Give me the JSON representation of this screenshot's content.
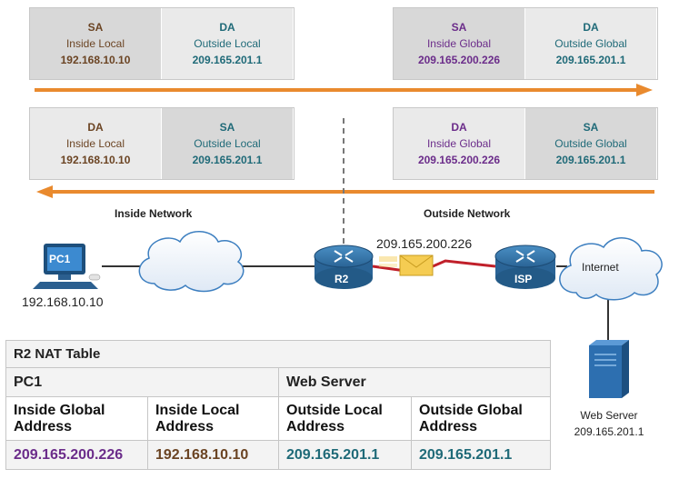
{
  "top_row": {
    "left": {
      "sa": {
        "header": "SA",
        "role": "Inside Local",
        "addr": "192.168.10.10"
      },
      "da": {
        "header": "DA",
        "role": "Outside Local",
        "addr": "209.165.201.1"
      }
    },
    "right": {
      "sa": {
        "header": "SA",
        "role": "Inside Global",
        "addr": "209.165.200.226"
      },
      "da": {
        "header": "DA",
        "role": "Outside Global",
        "addr": "209.165.201.1"
      }
    }
  },
  "bottom_row": {
    "left": {
      "da": {
        "header": "DA",
        "role": "Inside Local",
        "addr": "192.168.10.10"
      },
      "sa": {
        "header": "SA",
        "role": "Outside Local",
        "addr": "209.165.201.1"
      }
    },
    "right": {
      "da": {
        "header": "DA",
        "role": "Inside Global",
        "addr": "209.165.200.226"
      },
      "sa": {
        "header": "SA",
        "role": "Outside Global",
        "addr": "209.165.201.1"
      }
    }
  },
  "network": {
    "inside_label": "Inside Network",
    "outside_label": "Outside Network",
    "pc_label": "PC1",
    "pc_ip": "192.168.10.10",
    "router_label": "R2",
    "router_ip": "209.165.200.226",
    "isp_label": "ISP",
    "internet_label": "Internet",
    "server_name": "Web Server",
    "server_ip": "209.165.201.1",
    "icons": [
      "pc-icon",
      "cloud-icon",
      "router-icon",
      "envelope-icon",
      "server-icon"
    ]
  },
  "nat_table": {
    "title": "R2 NAT Table",
    "group_left": "PC1",
    "group_right": "Web Server",
    "headers": [
      "Inside Global Address",
      "Inside Local Address",
      "Outside Local Address",
      "Outside Global Address"
    ],
    "values": [
      "209.165.200.226",
      "192.168.10.10",
      "209.165.201.1",
      "209.165.201.1"
    ]
  },
  "colors": {
    "arrow": "#e98a2e",
    "router": "#2d6fa0",
    "brown": "#6b4423",
    "teal": "#1f6a78",
    "purple": "#6b2c8a",
    "link_red": "#c0202a"
  }
}
